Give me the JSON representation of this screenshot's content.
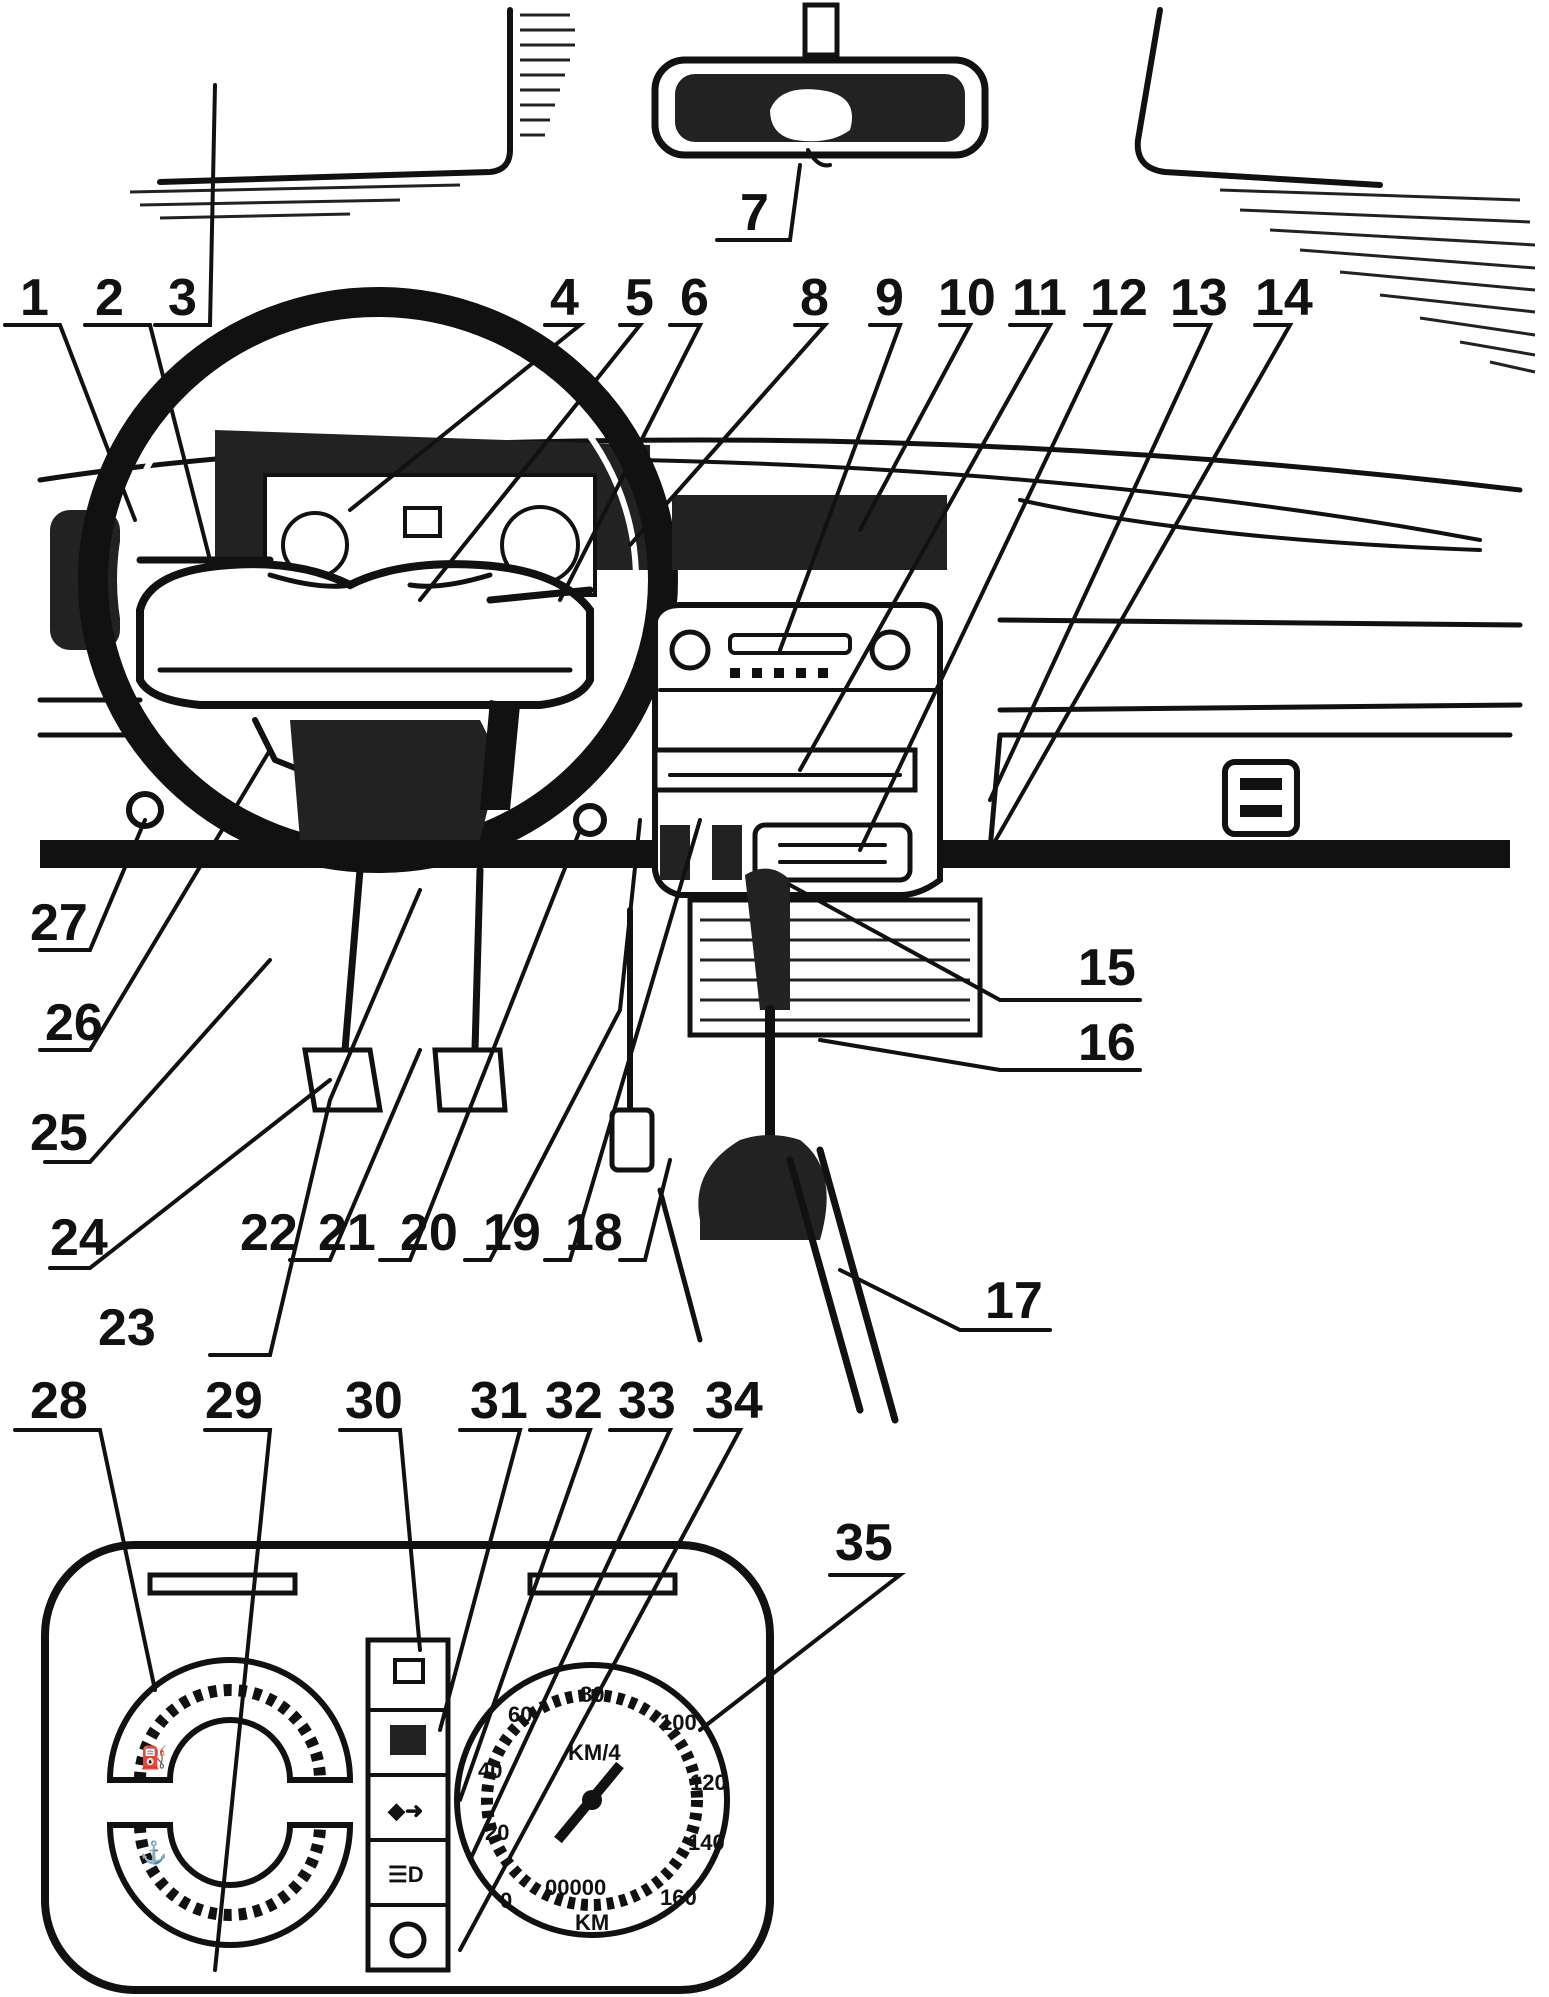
{
  "callouts": [
    "1",
    "2",
    "3",
    "4",
    "5",
    "6",
    "7",
    "8",
    "9",
    "10",
    "11",
    "12",
    "13",
    "14",
    "15",
    "16",
    "17",
    "18",
    "19",
    "20",
    "21",
    "22",
    "23",
    "24",
    "25",
    "26",
    "27",
    "28",
    "29",
    "30",
    "31",
    "32",
    "33",
    "34",
    "35"
  ],
  "speedometer": {
    "scale": [
      "0",
      "20",
      "40",
      "60",
      "80",
      "100",
      "120",
      "140",
      "160"
    ],
    "unit_top": "KM/4",
    "odometer": "00000",
    "unit_bottom": "KM"
  }
}
